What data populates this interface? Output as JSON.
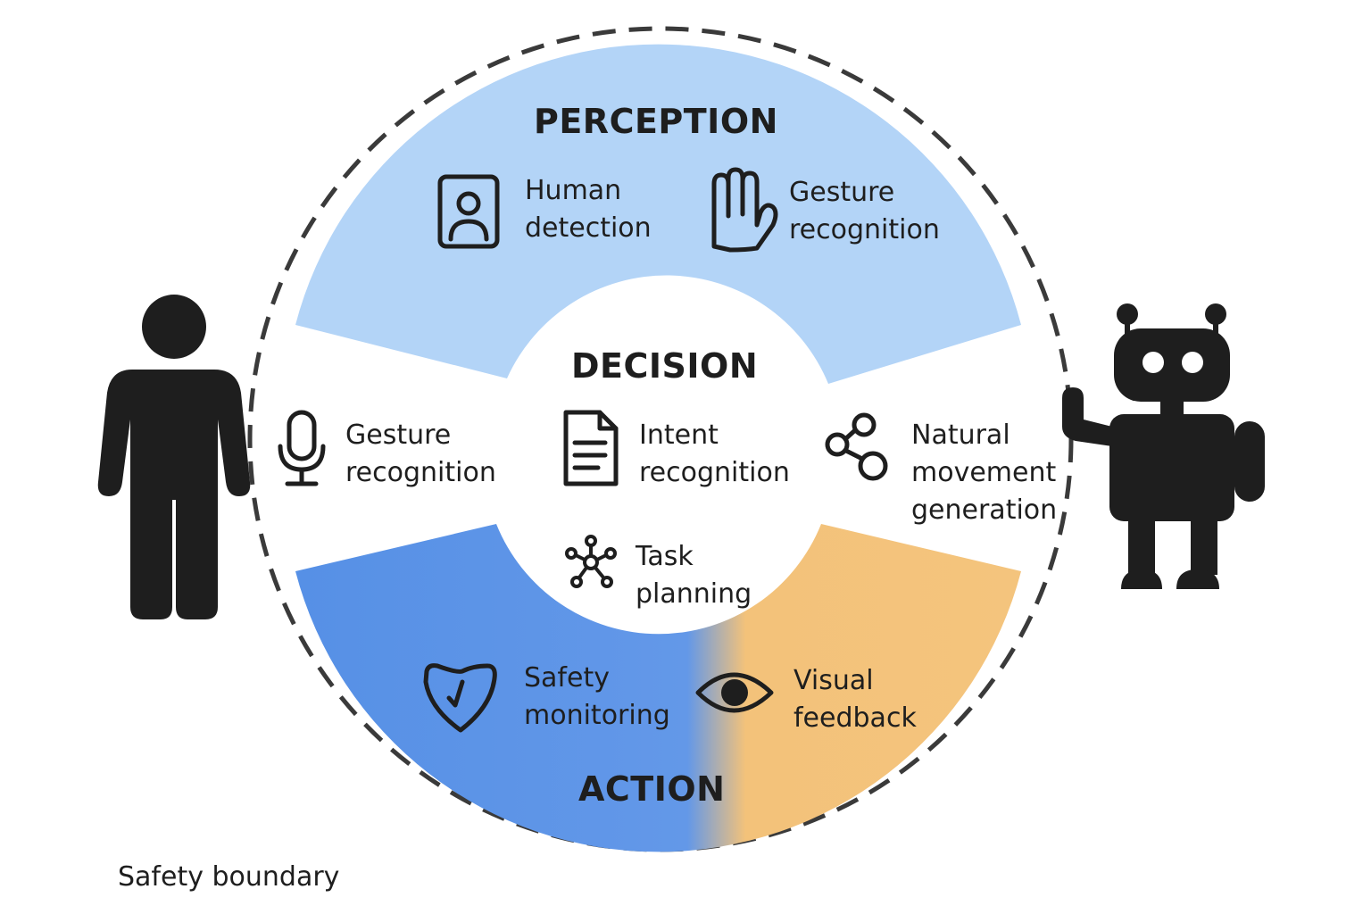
{
  "sections": {
    "perception": "PERCEPTION",
    "decision": "DECISION",
    "action": "ACTION"
  },
  "perception_items": [
    {
      "line1": "Human",
      "line2": "detection",
      "icon": "user-card-icon"
    },
    {
      "line1": "Gesture",
      "line2": "recognition",
      "icon": "raised-hand-icon"
    }
  ],
  "decision_items": [
    {
      "line1": "Gesture",
      "line2": "recognition",
      "icon": "microphone-icon"
    },
    {
      "line1": "Intent",
      "line2": "recognition",
      "icon": "document-icon"
    },
    {
      "line1": "Natural",
      "line2": "movement",
      "line3": "generation",
      "icon": "share-nodes-icon"
    },
    {
      "line1": "Task",
      "line2": "planning",
      "icon": "network-hub-icon"
    }
  ],
  "action_items": [
    {
      "line1": "Safety",
      "line2": "monitoring",
      "icon": "shield-heart-check-icon"
    },
    {
      "line1": "Visual",
      "line2": "feedback",
      "icon": "eye-icon"
    }
  ],
  "boundary_label": "Safety boundary",
  "figures": {
    "left": "human-figure-icon",
    "right": "robot-figure-icon"
  },
  "colors": {
    "perception": "#b3d4f7",
    "action_blue": "#5b95e8",
    "action_orange": "#f3c27a",
    "ink": "#1e1e1e",
    "dashed_circle": "#3a3a3a"
  }
}
